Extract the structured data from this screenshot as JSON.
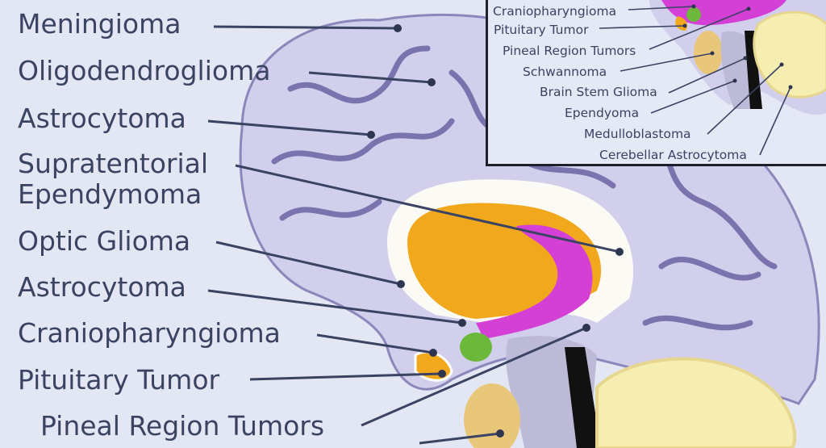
{
  "main_labels": [
    "Meningioma",
    "Oligodendroglioma",
    "Astrocytoma",
    "Supratentorial Ependymoma",
    "Optic Glioma",
    "Astrocytoma",
    "Craniopharyngioma",
    "Pituitary Tumor",
    "Pineal Region Tumors"
  ],
  "supratentorial_line1": "Supratentorial",
  "supratentorial_line2": "Ependymoma",
  "inset_labels": [
    "Craniopharyngioma",
    "Pituitary Tumor",
    "Pineal Region Tumors",
    "Schwannoma",
    "Brain Stem Glioma",
    "Ependyoma",
    "Medulloblastoma",
    "Cerebellar Astrocytoma"
  ],
  "colors": {
    "text": "#3b4363",
    "background": "#e3e7f3",
    "cerebrum": "#c9c6e6",
    "thalamus": "#f2a81d",
    "ventricle": "#d43fd6",
    "optic_green": "#6cb83a",
    "cerebellum": "#f6eeb0"
  }
}
